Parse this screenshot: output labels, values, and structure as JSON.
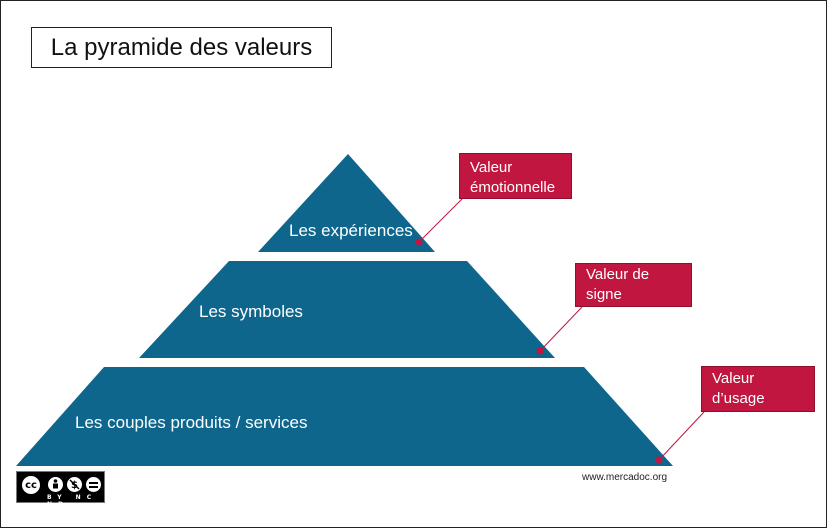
{
  "title": "La pyramide des valeurs",
  "tiers": [
    {
      "label": "Les expériences"
    },
    {
      "label": "Les symboles"
    },
    {
      "label": "Les couples produits / services"
    }
  ],
  "values": [
    {
      "label": "Valeur émotionnelle"
    },
    {
      "label": "Valeur de signe"
    },
    {
      "label": "Valeur d’usage"
    }
  ],
  "footer": {
    "site": "www.mercadoc.org",
    "license": {
      "main_icon": "cc",
      "terms": "BY NC ND"
    }
  },
  "colors": {
    "pyramid": "#0e668d",
    "value_box": "#c0163f",
    "connector": "#c0163f"
  }
}
